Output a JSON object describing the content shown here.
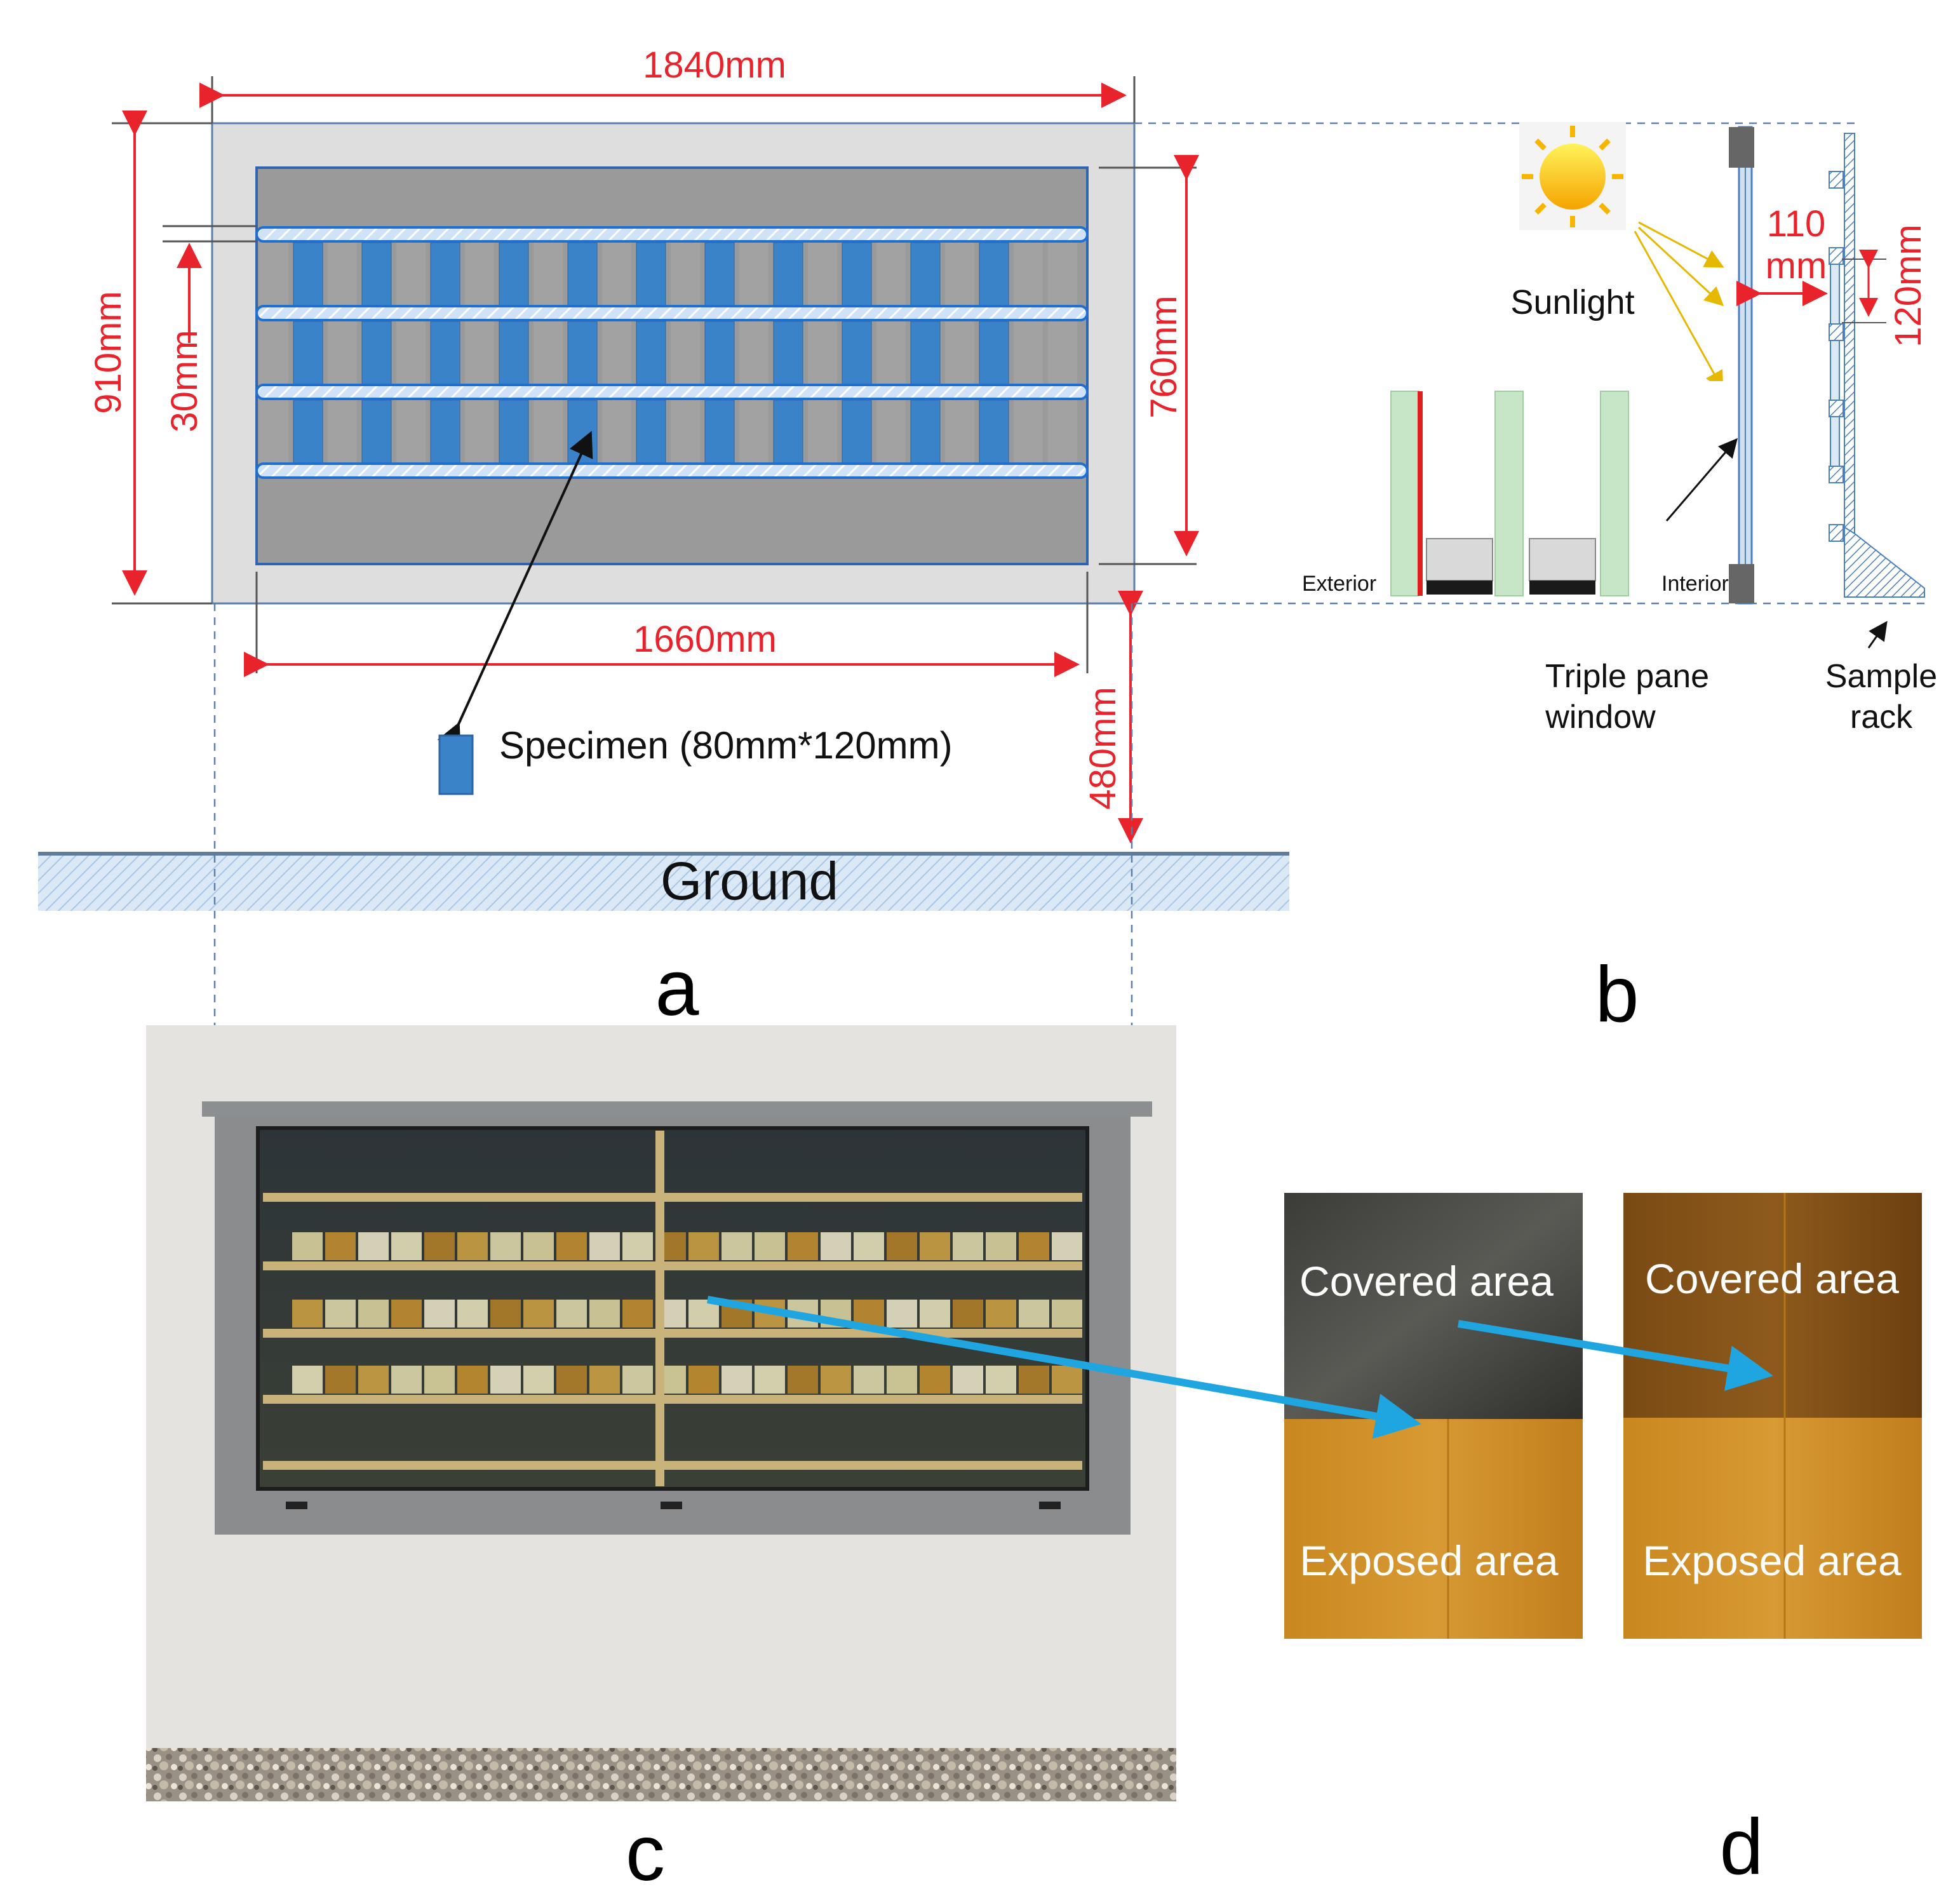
{
  "panel_a": {
    "letter": "a",
    "dim_width_outer": "1840mm",
    "dim_height_outer": "910mm",
    "dim_row_spacing": "30mm",
    "dim_height_inner": "760mm",
    "dim_width_inner": "1660mm",
    "dim_height_above_ground": "480mm",
    "specimen_label": "Specimen (80mm*120mm)",
    "ground_label": "Ground"
  },
  "panel_b": {
    "letter": "b",
    "sunlight_label": "Sunlight",
    "exterior_label": "Exterior",
    "interior_label": "Interior",
    "gap_value": "110",
    "gap_unit": "mm",
    "rack_height": "120mm",
    "window_label_line1": "Triple pane",
    "window_label_line2": "window",
    "rack_label_line1": "Sample",
    "rack_label_line2": "rack"
  },
  "panel_c": {
    "letter": "c"
  },
  "panel_d": {
    "letter": "d",
    "left_covered": "Covered area",
    "left_exposed": "Exposed area",
    "right_covered": "Covered area",
    "right_exposed": "Exposed area"
  },
  "colors": {
    "dimension": "#e8232c",
    "specimen": "#3b83c8",
    "rack_bar": "#1f6fd1",
    "panel_gray": "#9a9a9a",
    "frame_gray": "#d8d8d8",
    "arrow_cyan": "#1fa6e0"
  }
}
